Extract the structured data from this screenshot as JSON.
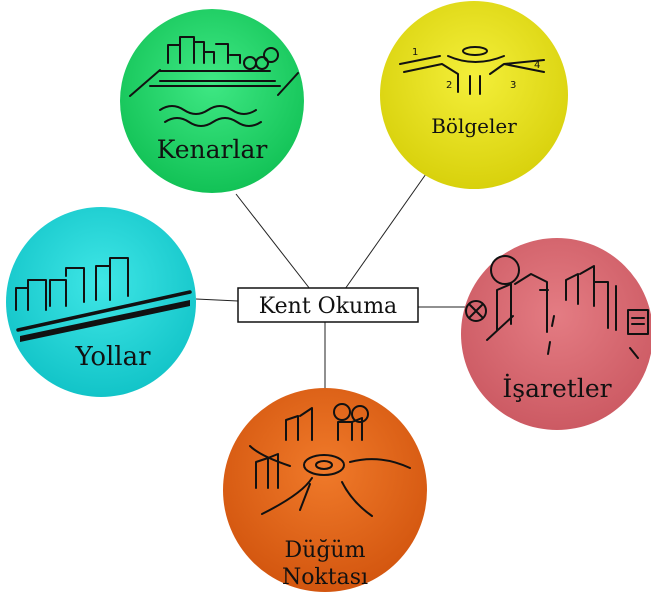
{
  "center": {
    "label": "Kent Okuma"
  },
  "nodes": [
    {
      "id": "kenarlar",
      "label": "Kenarlar",
      "color": "#1fd467"
    },
    {
      "id": "bolgeler",
      "label": "Bölgeler",
      "color": "#e8e21a"
    },
    {
      "id": "yollar",
      "label": "Yollar",
      "color": "#1fd6d8"
    },
    {
      "id": "isaretler",
      "label": "İşaretler",
      "color": "#d9676f"
    },
    {
      "id": "dugum",
      "label_line1": "Düğüm",
      "label_line2": "Noktası",
      "color": "#e06419"
    }
  ],
  "bolgeler_numbers": [
    "1",
    "2",
    "3",
    "4"
  ]
}
